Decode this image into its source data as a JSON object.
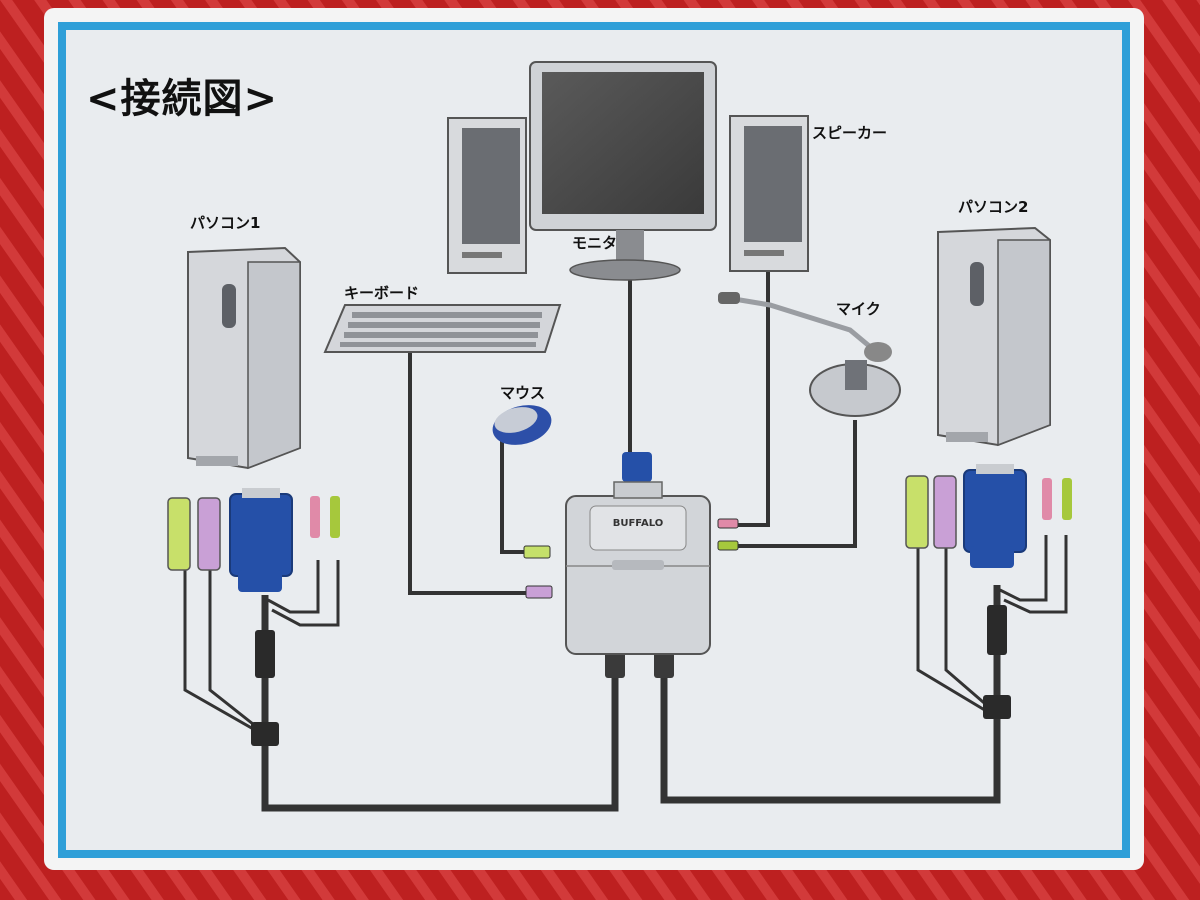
{
  "diagram": {
    "title": "<接続図>",
    "labels": {
      "pc1": "パソコン1",
      "pc2": "パソコン2",
      "keyboard": "キーボード",
      "mouse": "マウス",
      "monitor": "モニタ",
      "speaker": "スピーカー",
      "mic": "マイク",
      "brand": "BUFFALO"
    }
  },
  "colors": {
    "background": "#b81c1c",
    "panel": "#e9ecef",
    "panel_border": "#2f9fd8",
    "cable": "#333333",
    "vga_blue": "#2550a8",
    "ps2_green": "#c8e06a",
    "ps2_purple": "#c9a0d6",
    "audio_pink": "#e08aa8",
    "audio_green": "#a6c83c"
  }
}
